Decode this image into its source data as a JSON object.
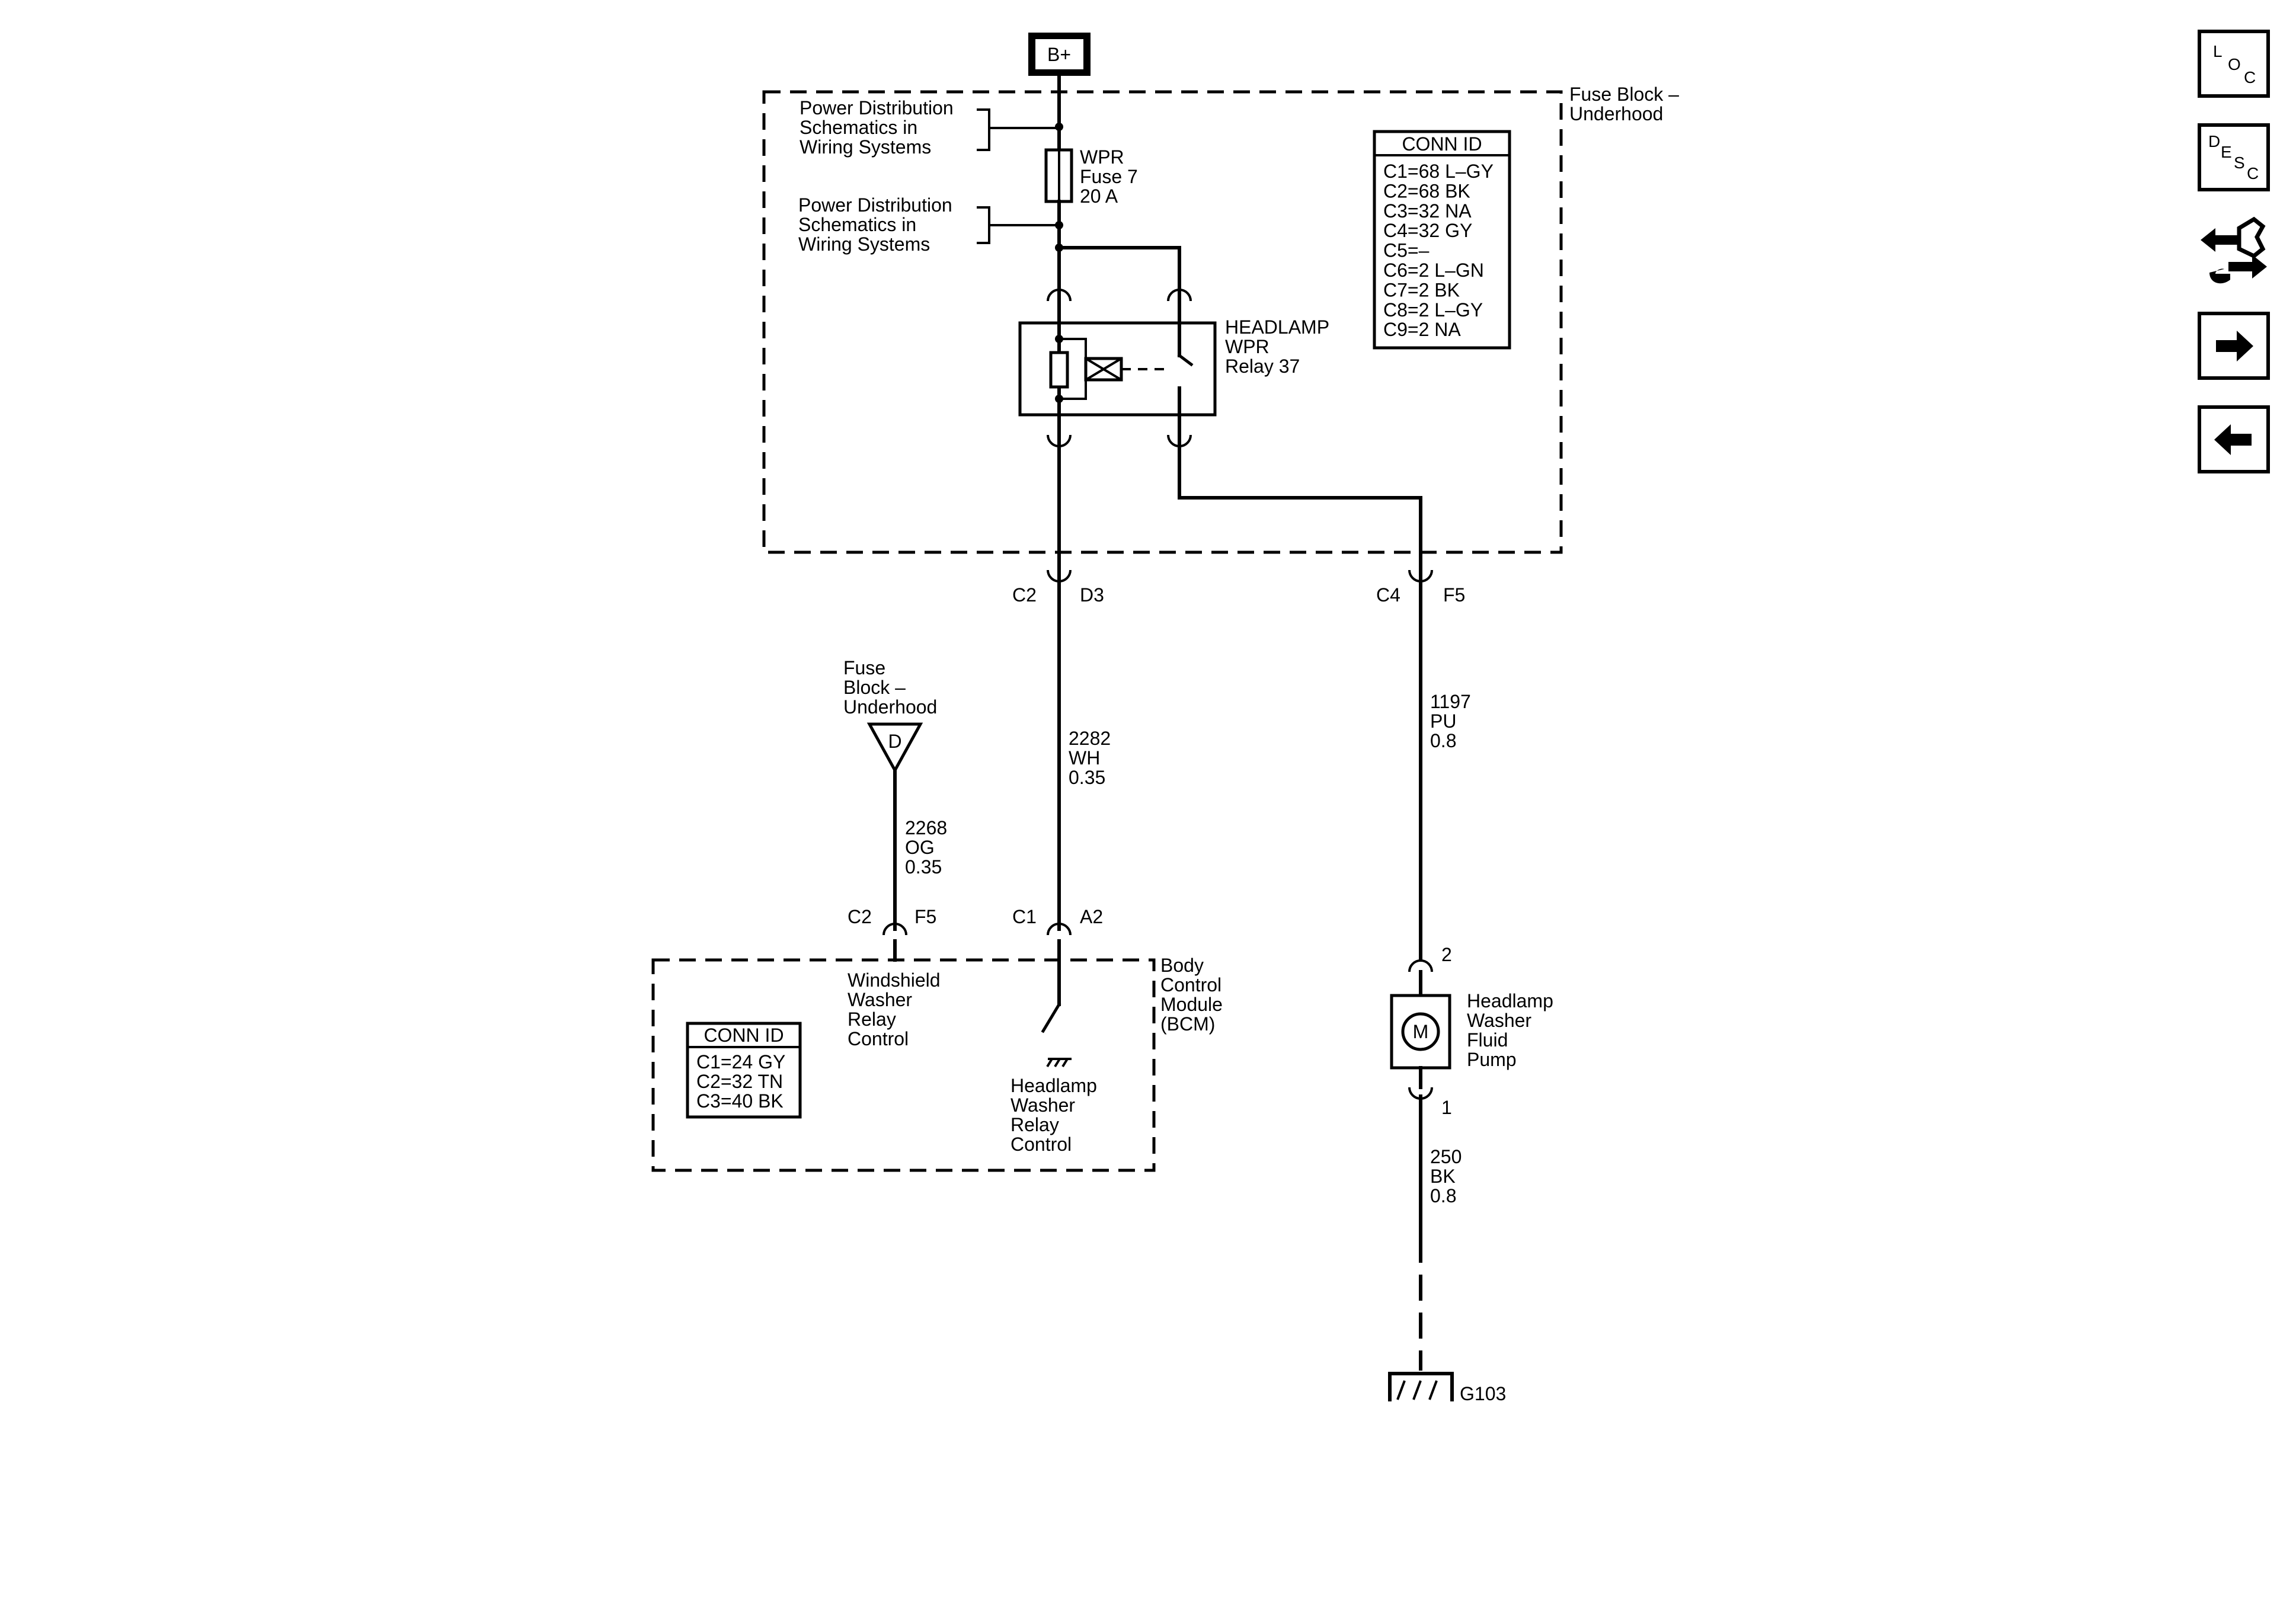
{
  "battery": {
    "label": "B+"
  },
  "fuse_block": {
    "name": "Fuse Block –\nUnderhood",
    "power_dist_ref_1": "Power Distribution\nSchematics in\nWiring Systems",
    "power_dist_ref_2": "Power Distribution\nSchematics in\nWiring Systems",
    "fuse_label": "WPR\nFuse 7\n20 A",
    "relay_label": "HEADLAMP\nWPR\nRelay 37",
    "conn_id": {
      "title": "CONN ID",
      "rows": [
        "C1=68 L–GY",
        "C2=68 BK",
        "C3=32 NA",
        "C4=32 GY",
        "C5=–",
        "C6=2 L–GN",
        "C7=2 BK",
        "C8=2 L–GY",
        "C9=2 NA"
      ]
    }
  },
  "connectors": {
    "c2d3": {
      "left": "C2",
      "right": "D3"
    },
    "c4f5": {
      "left": "C4",
      "right": "F5"
    },
    "c2f5": {
      "left": "C2",
      "right": "F5"
    },
    "c1a2": {
      "left": "C1",
      "right": "A2"
    },
    "pump_top": "2",
    "pump_bottom": "1"
  },
  "wires": {
    "w2282": "2282\nWH\n0.35",
    "w1197": "1197\nPU\n0.8",
    "w2268": "2268\nOG\n0.35",
    "w250": "250\nBK\n0.8"
  },
  "fuse_block_ref": {
    "label": "Fuse\nBlock –\nUnderhood",
    "letter": "D"
  },
  "bcm": {
    "name": "Body\nControl\nModule\n(BCM)",
    "washer_relay": "Windshield\nWasher\nRelay\nControl",
    "headlamp_relay": "Headlamp\nWasher\nRelay\nControl",
    "conn_id": {
      "title": "CONN ID",
      "rows": [
        "C1=24 GY",
        "C2=32 TN",
        "C3=40 BK"
      ]
    }
  },
  "pump": {
    "label": "Headlamp\nWasher\nFluid\nPump",
    "symbol": "M"
  },
  "ground": {
    "label": "G103"
  },
  "nav": {
    "loc": {
      "l": "L",
      "o": "O",
      "c": "C"
    },
    "desc": {
      "d": "D",
      "e": "E",
      "s": "S",
      "c": "C"
    },
    "icons": [
      "connector-tool-icon",
      "arrow-right-icon",
      "arrow-left-icon"
    ]
  }
}
